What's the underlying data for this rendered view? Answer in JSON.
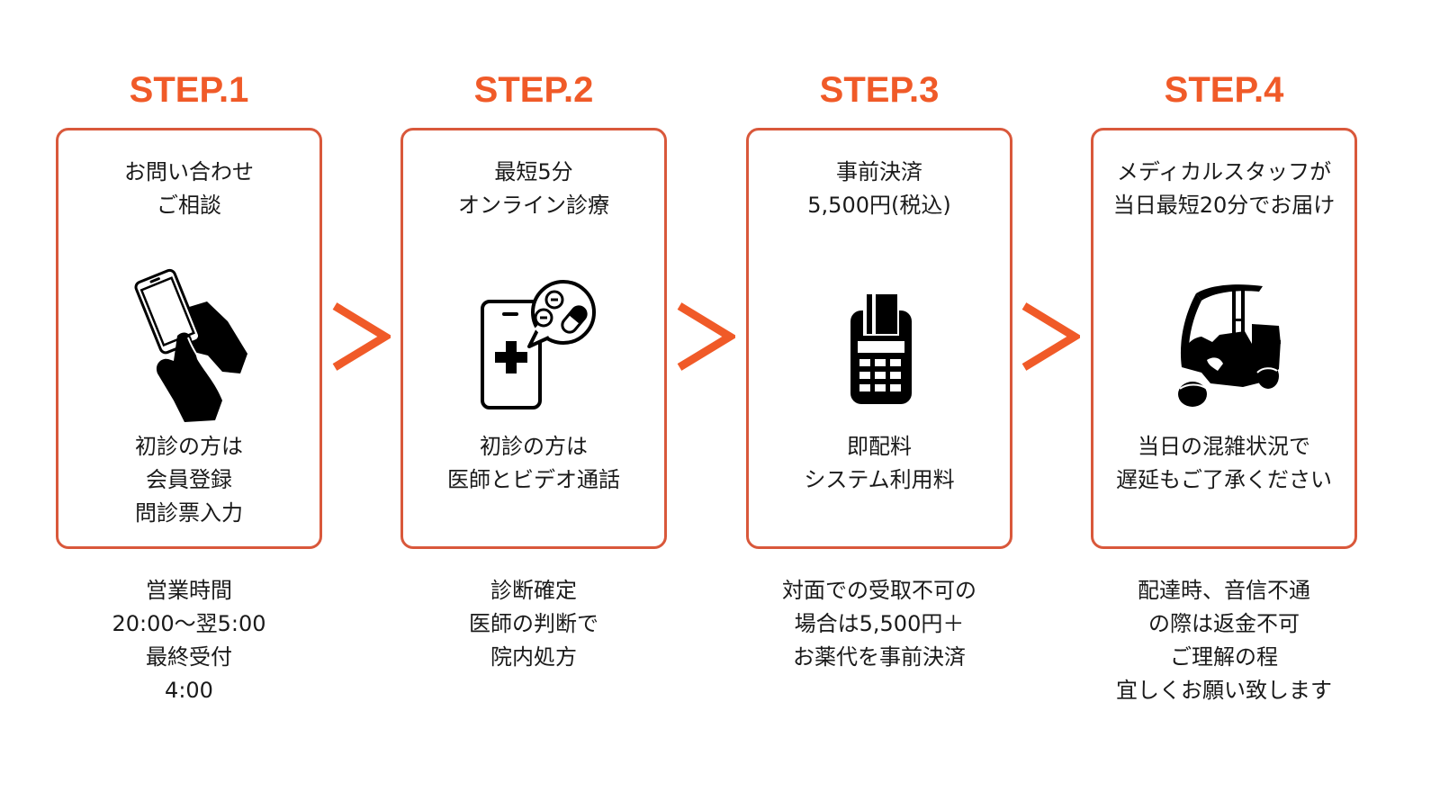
{
  "colors": {
    "accent": "#f05a28",
    "border": "#d9583b",
    "icon": "#000000"
  },
  "steps": [
    {
      "title": "STEP.1",
      "top_text": "お問い合わせ\nご相談",
      "icon": "hand-smartphone-icon",
      "bottom_text": "初診の方は\n会員登録\n問診票入力",
      "note": "営業時間\n20:00〜翌5:00\n最終受付\n4:00"
    },
    {
      "title": "STEP.2",
      "top_text": "最短5分\nオンライン診療",
      "icon": "online-medical-consultation-icon",
      "bottom_text": "初診の方は\n医師とビデオ通話",
      "note": "診断確定\n医師の判断で\n院内処方"
    },
    {
      "title": "STEP.3",
      "top_text": "事前決済\n5,500円(税込)",
      "icon": "card-payment-terminal-icon",
      "bottom_text": "即配料\nシステム利用料",
      "note": "対面での受取不可の\n場合は5,500円＋\nお薬代を事前決済"
    },
    {
      "title": "STEP.4",
      "top_text": "メディカルスタッフが\n当日最短20分でお届け",
      "icon": "delivery-tricycle-icon",
      "bottom_text": "当日の混雑状況で\n遅延もご了承ください",
      "note": "配達時、音信不通\nの際は返金不可\nご理解の程\n宜しくお願い致します"
    }
  ],
  "arrows": [
    "next-arrow-icon",
    "next-arrow-icon",
    "next-arrow-icon"
  ]
}
